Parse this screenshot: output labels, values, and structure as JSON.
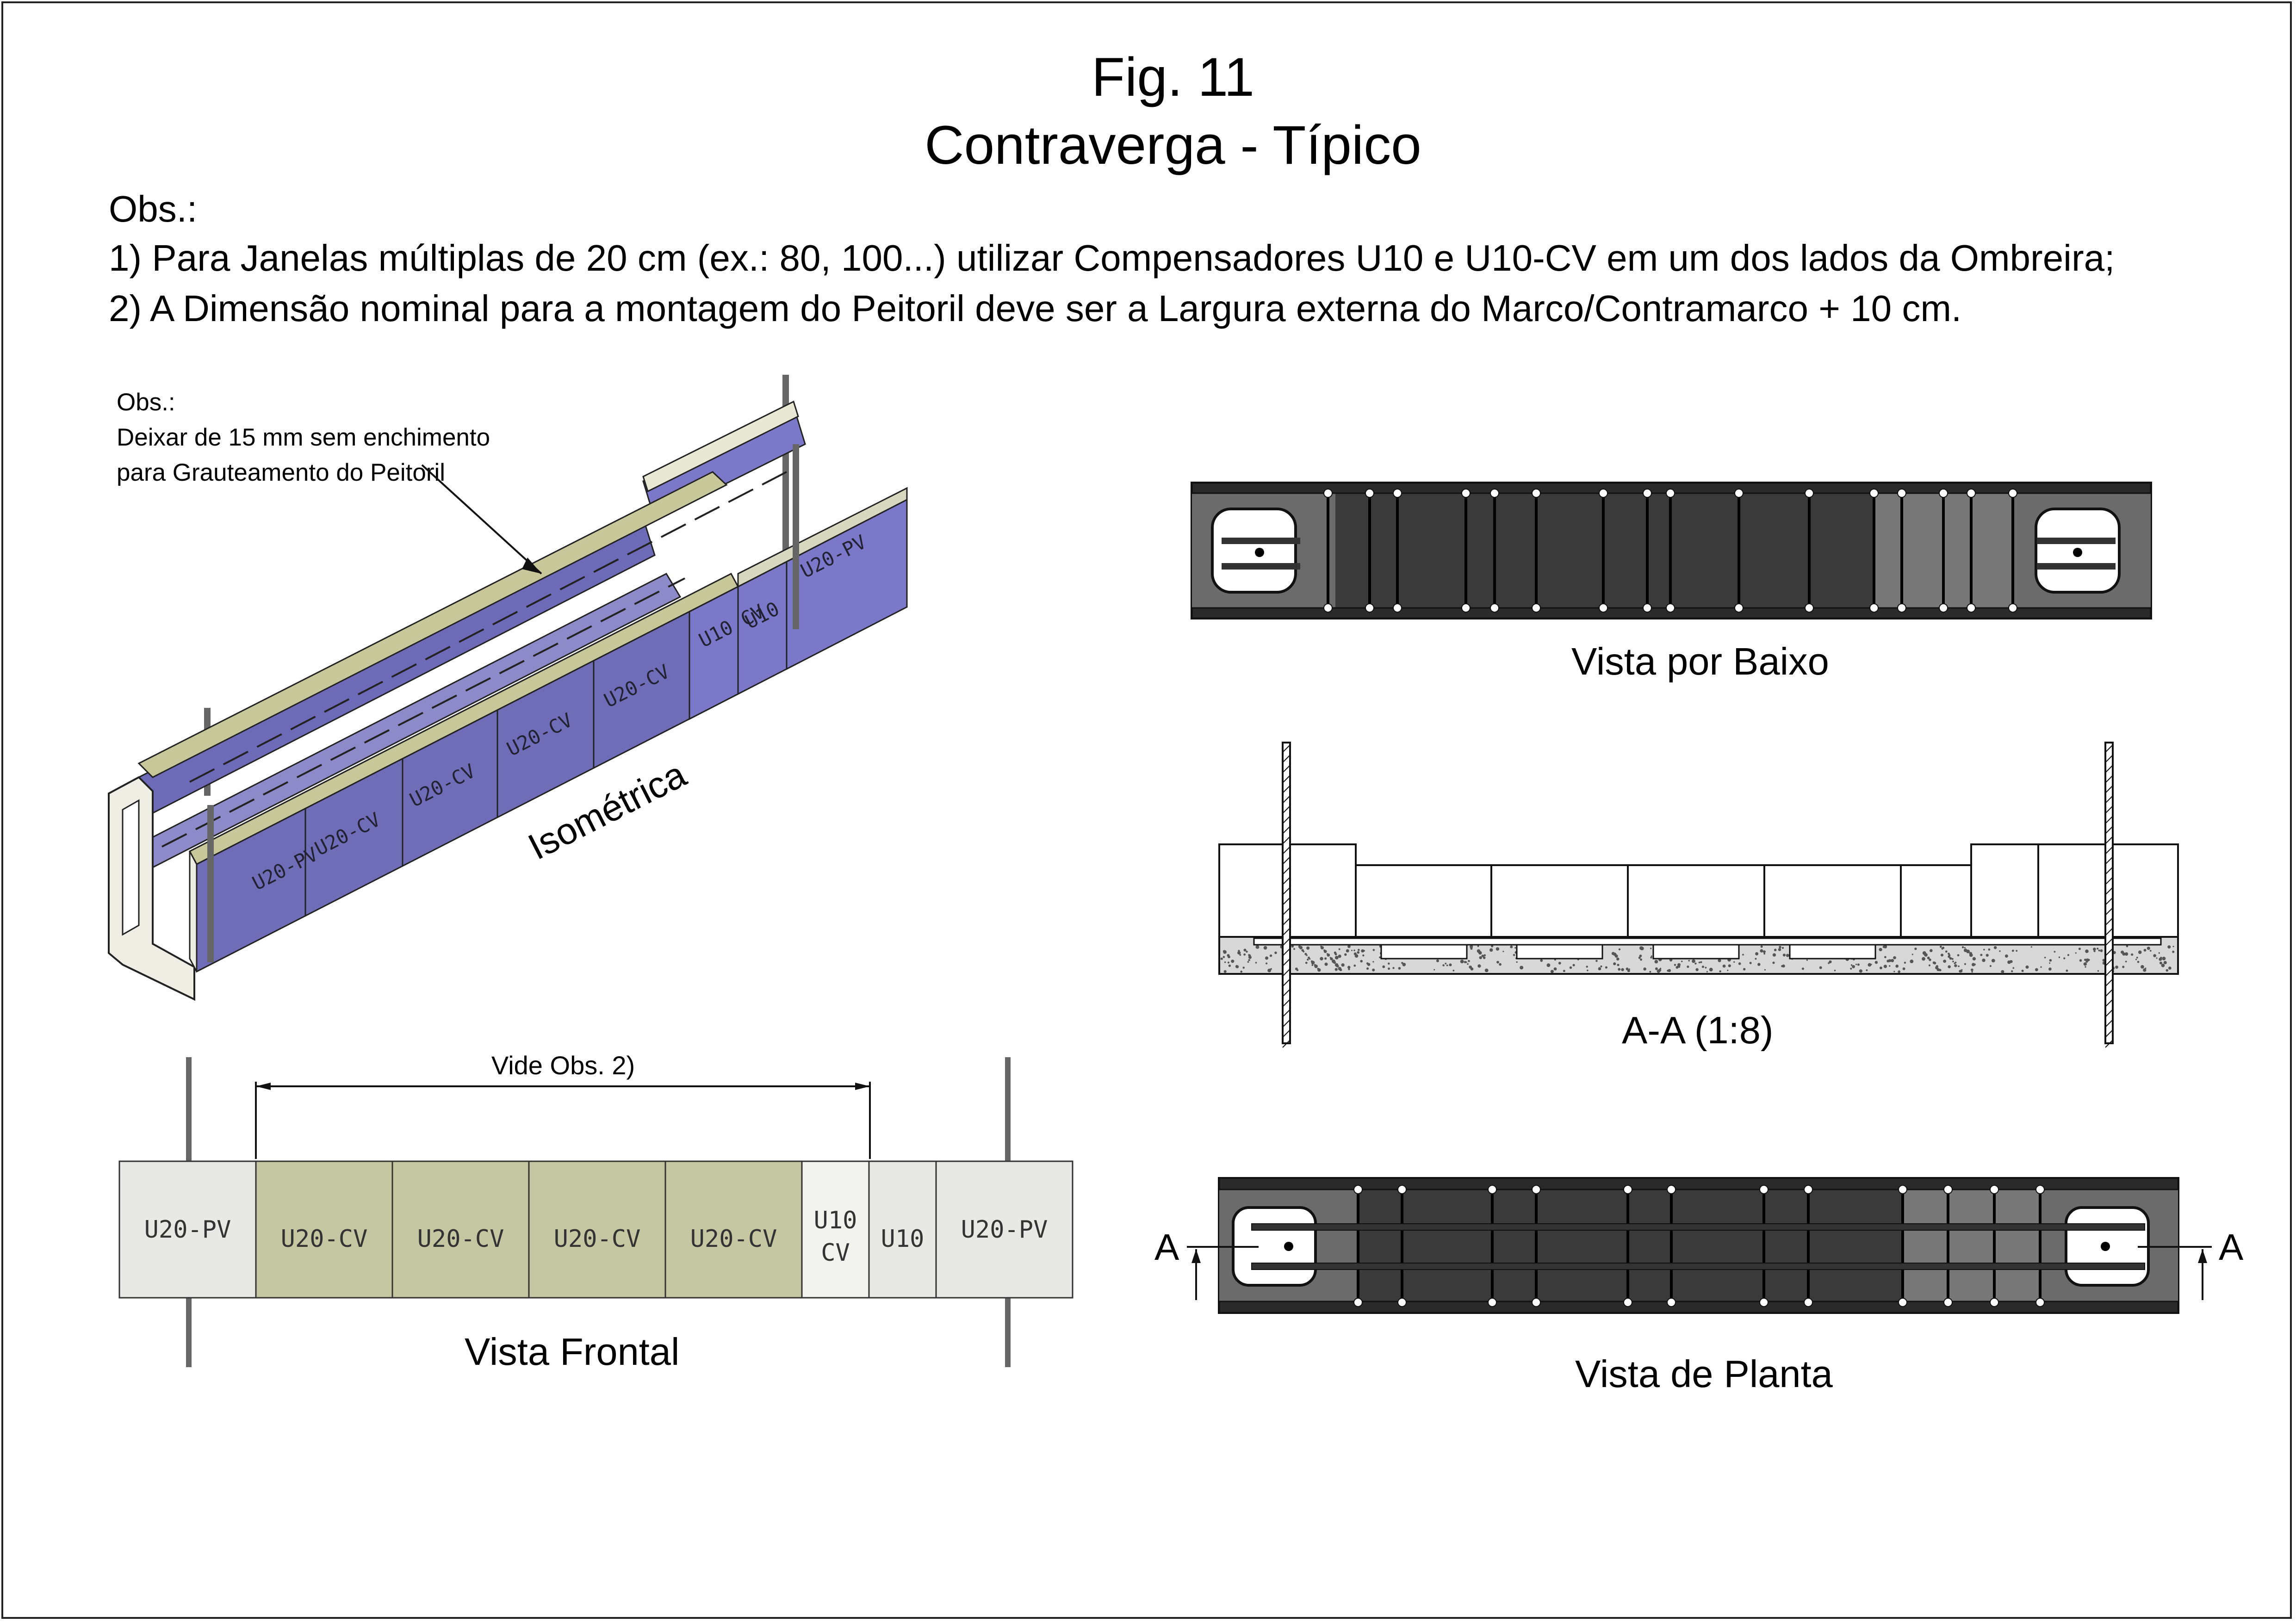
{
  "title": "Fig. 11",
  "subtitle": "Contraverga - Típico",
  "notes": {
    "heading": "Obs.:",
    "items": [
      "1) Para Janelas múltiplas de 20 cm (ex.: 80, 100...) utilizar Compensadores U10 e U10-CV em um dos lados da Ombreira;",
      "2) A Dimensão nominal para a montagem do Peitoril deve ser a Largura externa do Marco/Contramarco + 10 cm."
    ]
  },
  "isometric": {
    "note_heading": "Obs.:",
    "note_line1": "Deixar de 15 mm sem enchimento",
    "note_line2": "para Grauteamento do Peitoril",
    "label": "Isométrica",
    "blocks": [
      "U20-PV",
      "U20-CV",
      "U20-CV",
      "U20-CV",
      "U20-CV",
      "U10 CV",
      "U10",
      "U20-PV"
    ]
  },
  "front_view": {
    "caption": "Vista Frontal",
    "dimension_label": "Vide Obs. 2)",
    "blocks": [
      {
        "label": "U20-PV",
        "kind": "pv"
      },
      {
        "label": "U20-CV",
        "kind": "cv"
      },
      {
        "label": "U20-CV",
        "kind": "cv"
      },
      {
        "label": "U20-CV",
        "kind": "cv"
      },
      {
        "label": "U20-CV",
        "kind": "cv"
      },
      {
        "label": "U10",
        "label2": "CV",
        "kind": "u10cv"
      },
      {
        "label": "U10",
        "kind": "u10"
      },
      {
        "label": "U20-PV",
        "kind": "pv"
      }
    ]
  },
  "bottom_view": {
    "caption": "Vista por Baixo"
  },
  "section_view": {
    "caption": "A-A (1:8)"
  },
  "plan_view": {
    "caption": "Vista de Planta",
    "section_mark": "A"
  },
  "colors": {
    "purple": "#7b78c9",
    "olive": "#c5c6a2",
    "light_grey": "#e8e8e4",
    "dark": "#3a3a3a",
    "mid": "#6b6b6b"
  }
}
